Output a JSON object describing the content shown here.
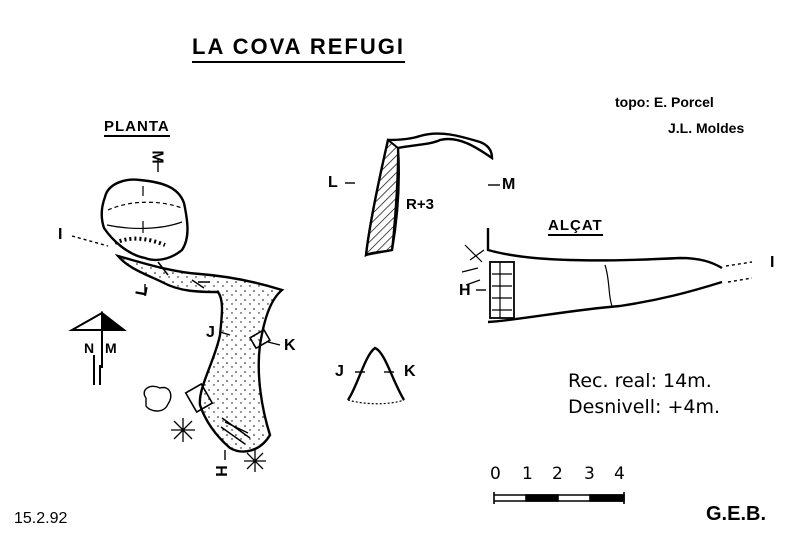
{
  "title": "LA COVA REFUGI",
  "credits": {
    "topo_line1": "topo: E. Porcel",
    "topo_line2": "J.L. Moldes"
  },
  "sections": {
    "plan": "PLANTA",
    "elevation": "ALÇAT"
  },
  "labels": {
    "I_plan": "I",
    "L_plan": "L",
    "M_plan": "M",
    "J_plan": "J",
    "K_plan": "K",
    "H_plan": "H",
    "L_section": "L",
    "M_section": "M",
    "R": "R+3",
    "J_section": "J",
    "K_section": "K",
    "H_elev": "H",
    "I_elev": "I"
  },
  "north": {
    "n": "N",
    "m": "M"
  },
  "stats": {
    "rec": "Rec. real: 14m.",
    "desnivell": "Desnivell: +4m."
  },
  "scale": {
    "ticks": [
      "0",
      "1",
      "2",
      "3",
      "4"
    ]
  },
  "date": "15.2.92",
  "group": "G.E.B.",
  "colors": {
    "ink": "#000000",
    "paper": "#ffffff"
  }
}
